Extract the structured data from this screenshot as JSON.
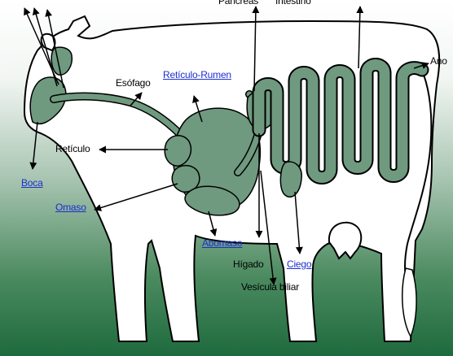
{
  "diagram": {
    "labels": {
      "pancreas": "Páncreas",
      "intestino": "Intestino",
      "ano": "Ano",
      "esofago": "Esófago",
      "reticulo_rumen": "Retículo-Rumen",
      "reticulo": "Retículo",
      "boca": "Boca",
      "omaso": "Omaso",
      "abomaso": "Abomaso",
      "higado": "Hígado",
      "ciego": "Ciego",
      "vesicula": "Vesícula biliar"
    },
    "colors": {
      "background_top": "#ffffff",
      "background_bottom": "#1e6a3e",
      "organ_fill": "#6f9a7f",
      "outline": "#000000",
      "link": "#1b2fd0"
    }
  }
}
